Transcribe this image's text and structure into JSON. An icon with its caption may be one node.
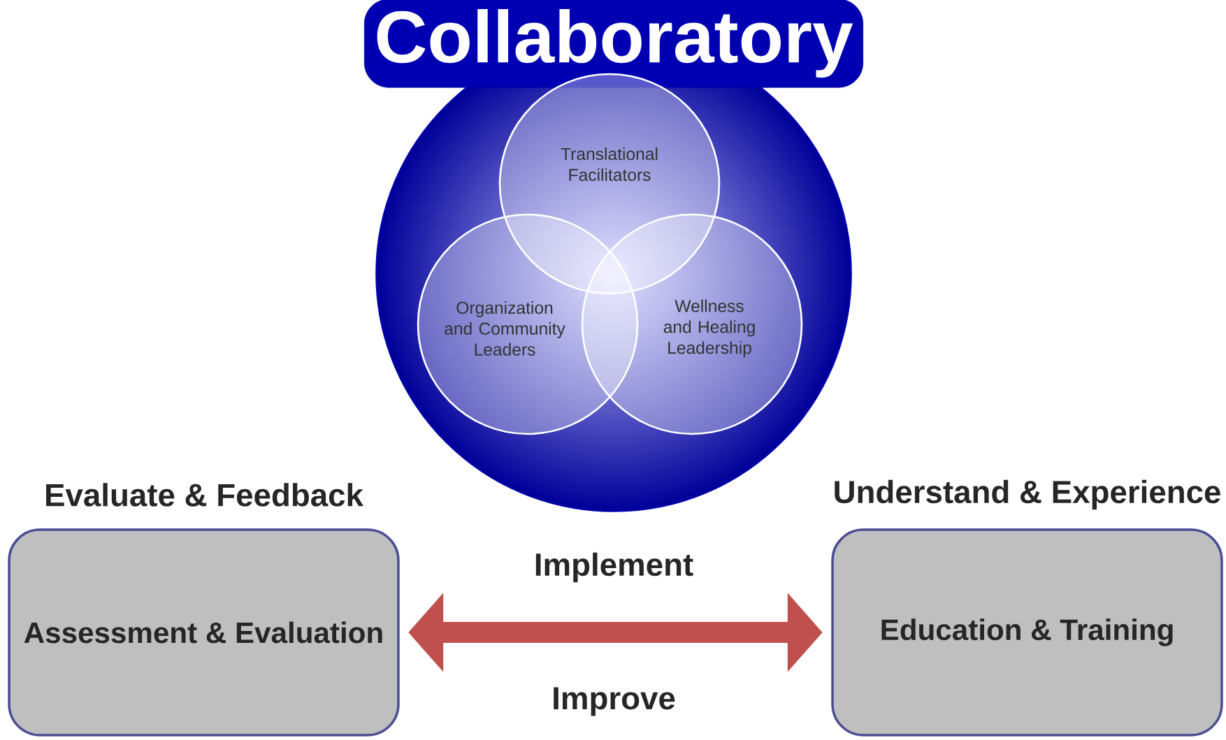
{
  "diagram": {
    "nodes": [
      {
        "text": [
          "Collaboratory"
        ]
      },
      {
        "text": [
          "Translational Facilitators"
        ],
        "in": 0
      },
      {
        "text": [
          "Organization and Community Leaders"
        ],
        "in": 0
      },
      {
        "text": [
          "Wellness and Healing Leadership"
        ],
        "in": 0
      },
      {
        "text": [
          "Evaluate & Feedback",
          "Assessment & Evaluation"
        ]
      },
      {
        "text": [
          "Understand & Experience",
          "Education & Training"
        ]
      }
    ],
    "edges": [
      {
        "from": 4,
        "to": 5,
        "arrow": "both",
        "label": "Implement",
        "color": "#c0504d"
      }
    ],
    "labels": [
      "Improve"
    ]
  }
}
